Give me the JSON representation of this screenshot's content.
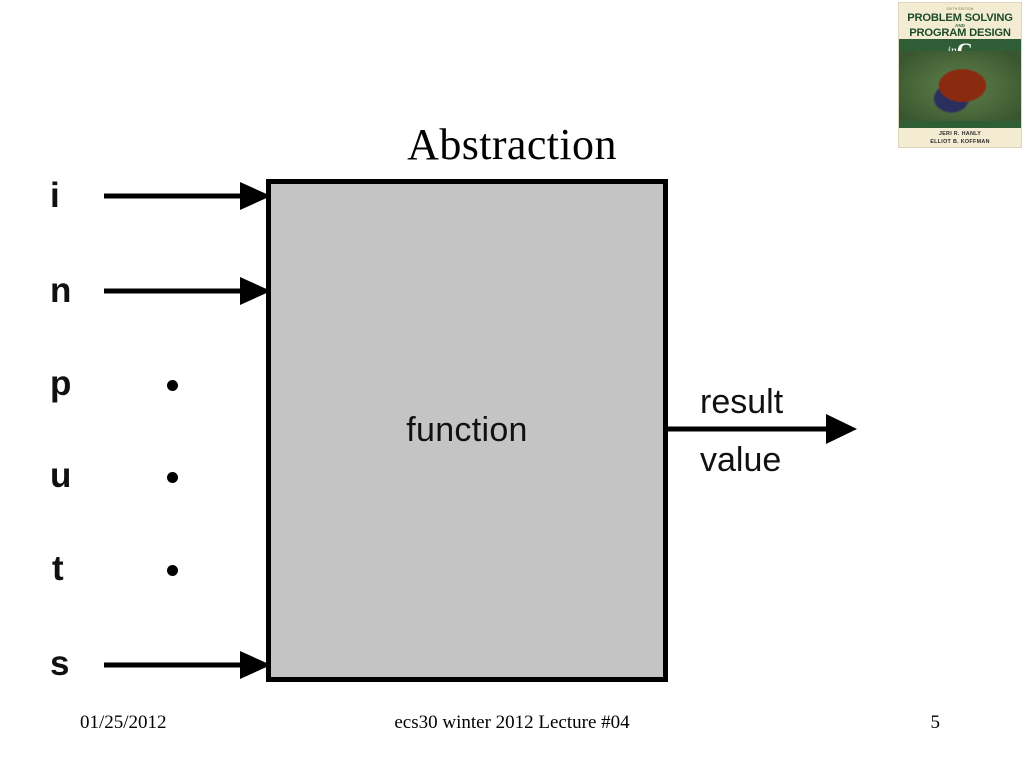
{
  "slide": {
    "title": "Abstraction"
  },
  "diagram": {
    "input_word_letters": [
      "i",
      "n",
      "p",
      "u",
      "t",
      "s"
    ],
    "function_label": "function",
    "output_label_line1": "result",
    "output_label_line2": "value",
    "box_fill_color": "#c4c4c4",
    "box_border_color": "#000000",
    "arrow_color": "#000000",
    "dot_count": 3
  },
  "footer": {
    "date": "01/25/2012",
    "center": "ecs30 winter 2012 Lecture #04",
    "page_number": "5"
  },
  "book_cover": {
    "edition": "SIXTH EDITION",
    "title_line1": "PROBLEM SOLVING",
    "conjunction": "AND",
    "title_line2": "PROGRAM DESIGN",
    "in_word": "in",
    "language": "C",
    "author1": "JERI R. HANLY",
    "author2": "ELLIOT B. KOFFMAN"
  }
}
